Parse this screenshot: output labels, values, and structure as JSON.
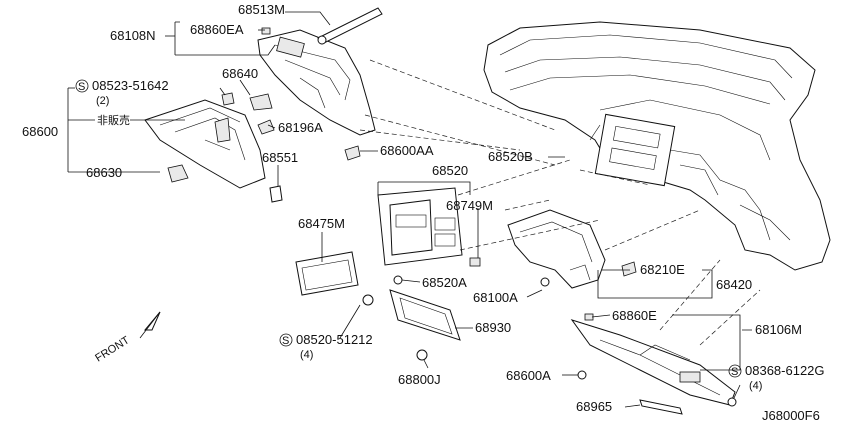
{
  "diagram_id": "J68000F6",
  "front_label": "FRONT",
  "labels": {
    "p68513M": "68513M",
    "p68108N": "68108N",
    "p68860EA": "68860EA",
    "s08523": "08523-51642",
    "s08523_qty": "(2)",
    "p68640": "68640",
    "p68600": "68600",
    "not_sold": "非販売",
    "p68196A": "68196A",
    "p68551": "68551",
    "p68600AA": "68600AA",
    "p68520": "68520",
    "p68520B": "68520B",
    "p68630": "68630",
    "p68749M": "68749M",
    "p68475M": "68475M",
    "p68520A": "68520A",
    "p68210E": "68210E",
    "p68420": "68420",
    "p68100A": "68100A",
    "p68860E": "68860E",
    "p68106M": "68106M",
    "p68930": "68930",
    "s08520": "08520-51212",
    "s08520_qty": "(4)",
    "p68800J": "68800J",
    "p68600A": "68600A",
    "s08368": "08368-6122G",
    "s08368_qty": "(4)",
    "p68965": "68965"
  },
  "symbols": {
    "screw_symbol": "S"
  }
}
